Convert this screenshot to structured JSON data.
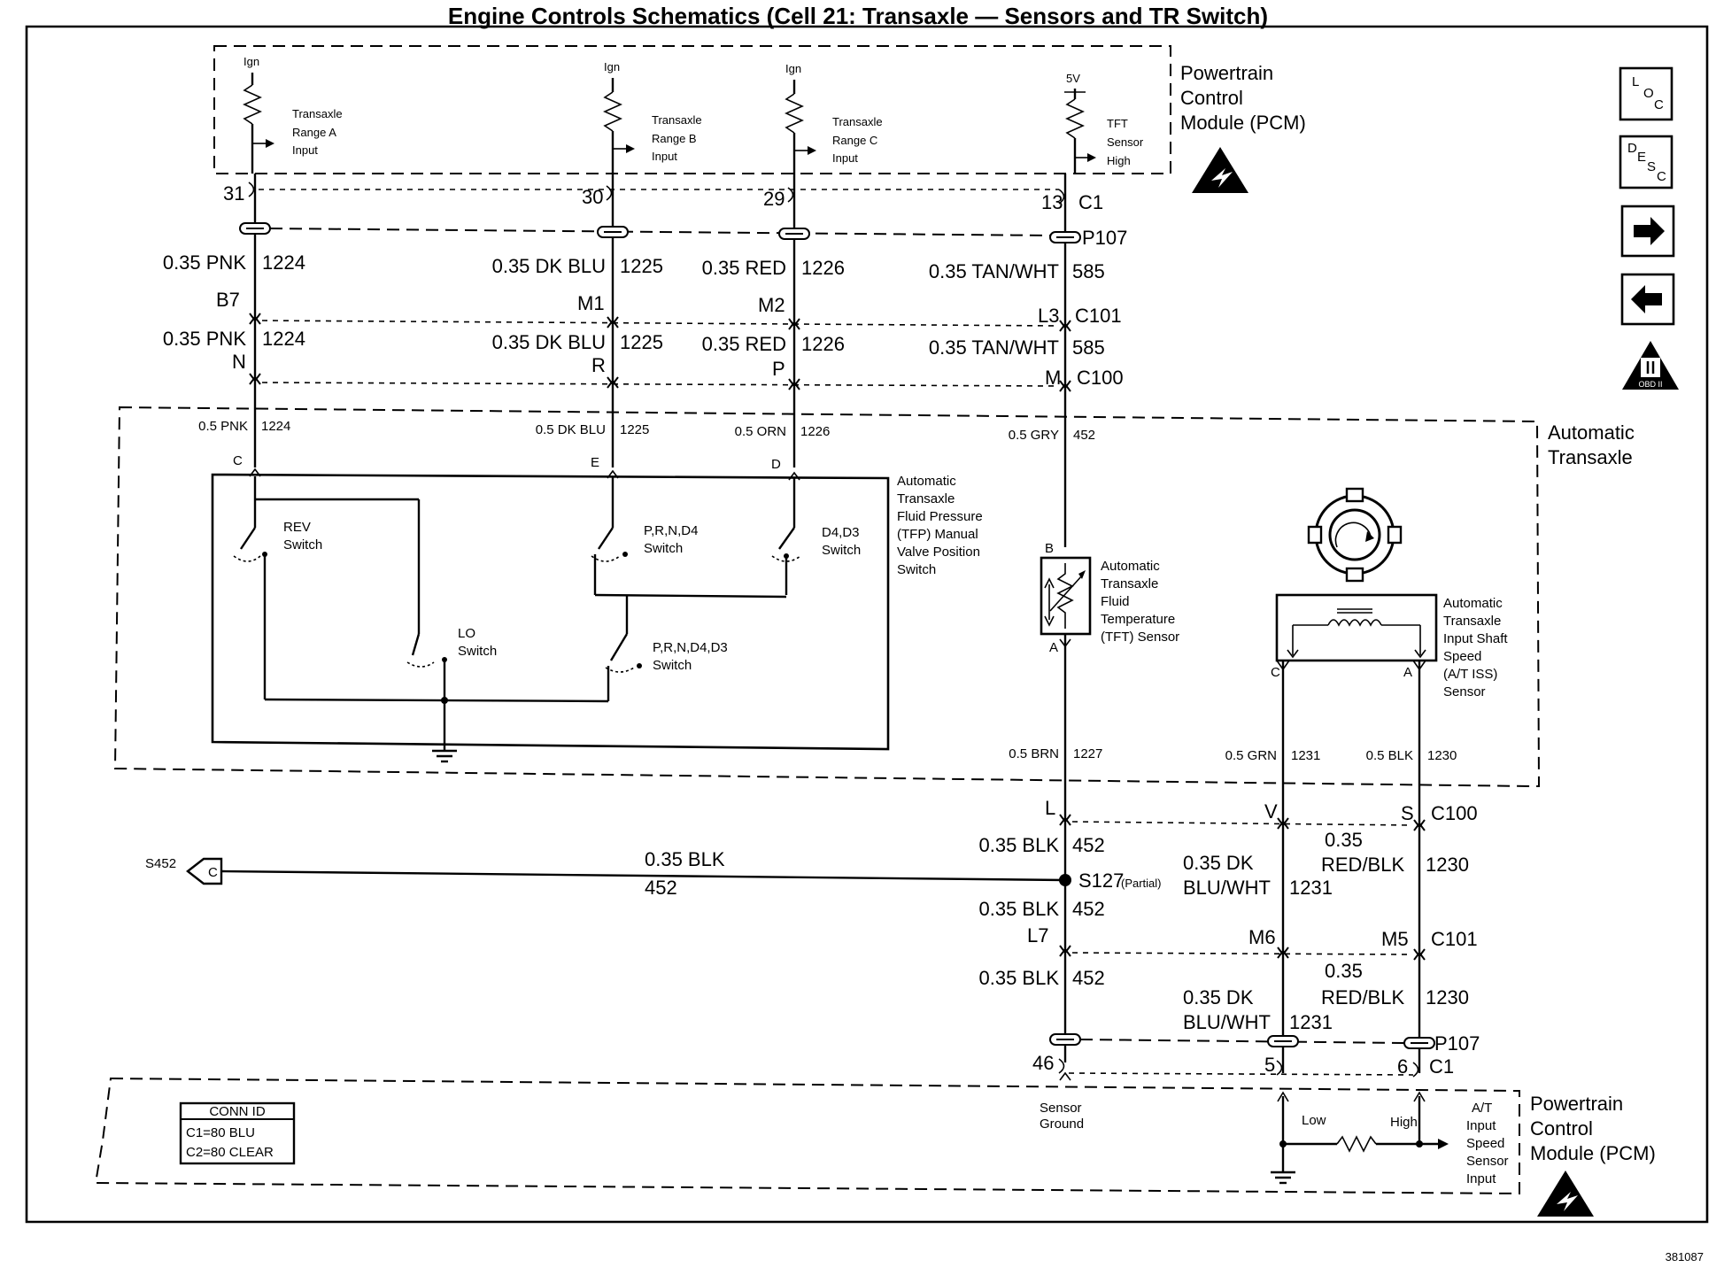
{
  "title": "Engine Controls Schematics (Cell 21: Transaxle — Sensors and TR Switch)",
  "doc_number": "381087",
  "modules": {
    "pcm_top_line1": "Powertrain",
    "pcm_top_line2": "Control",
    "pcm_top_line3": "Module (PCM)",
    "transaxle_line1": "Automatic",
    "transaxle_line2": "Transaxle",
    "pcm_bottom_line1": "Powertrain",
    "pcm_bottom_line2": "Control",
    "pcm_bottom_line3": "Module (PCM)"
  },
  "nav_icons": {
    "loc_main": "L",
    "loc_sub1": "O",
    "loc_sub2": "C",
    "desc_main": "D",
    "desc_sub1": "E",
    "desc_sub2": "S",
    "desc_sub3": "C",
    "obd": "OBD II"
  },
  "pcm_inputs": {
    "ign_a": "Ign",
    "ign_b": "Ign",
    "ign_c": "Ign",
    "v5": "5V",
    "range_a": [
      "Transaxle",
      "Range A",
      "Input"
    ],
    "range_b": [
      "Transaxle",
      "Range B",
      "Input"
    ],
    "range_c": [
      "Transaxle",
      "Range C",
      "Input"
    ],
    "tft_high": [
      "TFT",
      "Sensor",
      "High"
    ]
  },
  "pins": {
    "p31": "31",
    "p30": "30",
    "p29": "29",
    "p13": "13",
    "c1_top": "C1",
    "p107_top": "P107",
    "b7": "B7",
    "m1": "M1",
    "m2": "M2",
    "l3": "L3",
    "c101_top": "C101",
    "n": "N",
    "r": "R",
    "p": "P",
    "m": "M",
    "c100_top": "C100",
    "c": "C",
    "e": "E",
    "d": "D",
    "tft_b": "B",
    "tft_a": "A",
    "iss_c": "C",
    "iss_a": "A",
    "l": "L",
    "v": "V",
    "s": "S",
    "c100_bot": "C100",
    "l7": "L7",
    "m6": "M6",
    "m5": "M5",
    "c101_bot": "C101",
    "p46": "46",
    "p5": "5",
    "p6": "6",
    "c1_bot": "C1",
    "p107_bot": "P107"
  },
  "wires": {
    "pnk_1": "0.35 PNK",
    "pnk_1_ckt": "1224",
    "dkblu_1": "0.35 DK BLU",
    "dkblu_1_ckt": "1225",
    "red_1": "0.35 RED",
    "red_1_ckt": "1226",
    "tan_1": "0.35 TAN/WHT",
    "tan_1_ckt": "585",
    "pnk_2": "0.35 PNK",
    "pnk_2_ckt": "1224",
    "dkblu_2": "0.35 DK BLU",
    "dkblu_2_ckt": "1225",
    "red_2": "0.35 RED",
    "red_2_ckt": "1226",
    "tan_2": "0.35 TAN/WHT",
    "tan_2_ckt": "585",
    "pnk_05": "0.5 PNK",
    "pnk_05_ckt": "1224",
    "dkblu_05": "0.5 DK BLU",
    "dkblu_05_ckt": "1225",
    "orn_05": "0.5 ORN",
    "orn_05_ckt": "1226",
    "gry_05": "0.5 GRY",
    "gry_05_ckt": "452",
    "brn_05": "0.5 BRN",
    "brn_05_ckt": "1227",
    "grn_05": "0.5 GRN",
    "grn_05_ckt": "1231",
    "blk_05": "0.5 BLK",
    "blk_05_ckt": "1230",
    "blk_a": "0.35 BLK",
    "blk_a_ckt": "452",
    "blk_s452": "0.35 BLK",
    "blk_s452_ckt": "452",
    "blk_b": "0.35 BLK",
    "blk_b_ckt": "452",
    "blk_c": "0.35 BLK",
    "blk_c_ckt": "452",
    "dkbluwht_1a": "0.35 DK",
    "dkbluwht_1b": "BLU/WHT",
    "dkbluwht_1_ckt": "1231",
    "redblk_1a": "0.35",
    "redblk_1b": "RED/BLK",
    "redblk_1_ckt": "1230",
    "dkbluwht_2a": "0.35 DK",
    "dkbluwht_2b": "BLU/WHT",
    "dkbluwht_2_ckt": "1231",
    "redblk_2a": "0.35",
    "redblk_2b": "RED/BLK",
    "redblk_2_ckt": "1230"
  },
  "components": {
    "rev_switch": [
      "REV",
      "Switch"
    ],
    "prnd4_switch": [
      "P,R,N,D4",
      "Switch"
    ],
    "d4d3_switch": [
      "D4,D3",
      "Switch"
    ],
    "lo_switch": [
      "LO",
      "Switch"
    ],
    "prnd4d3_switch": [
      "P,R,N,D4,D3",
      "Switch"
    ],
    "tfp_switch": [
      "Automatic",
      "Transaxle",
      "Fluid Pressure",
      "(TFP) Manual",
      "Valve Position",
      "Switch"
    ],
    "tft_sensor": [
      "Automatic",
      "Transaxle",
      "Fluid",
      "Temperature",
      "(TFT) Sensor"
    ],
    "iss_sensor": [
      "Automatic",
      "Transaxle",
      "Input Shaft",
      "Speed",
      "(A/T ISS)",
      "Sensor"
    ],
    "splice": "S127",
    "splice_note": "(Partial)",
    "s452": "S452",
    "s452_conn": "C",
    "sensor_ground": [
      "Sensor",
      "Ground"
    ],
    "iss_low": "Low",
    "iss_high": "High",
    "iss_input": [
      "A/T",
      "Input",
      "Speed",
      "Sensor",
      "Input"
    ]
  },
  "conn_id": {
    "header": "CONN ID",
    "row1": "C1=80 BLU",
    "row2": "C2=80 CLEAR"
  }
}
